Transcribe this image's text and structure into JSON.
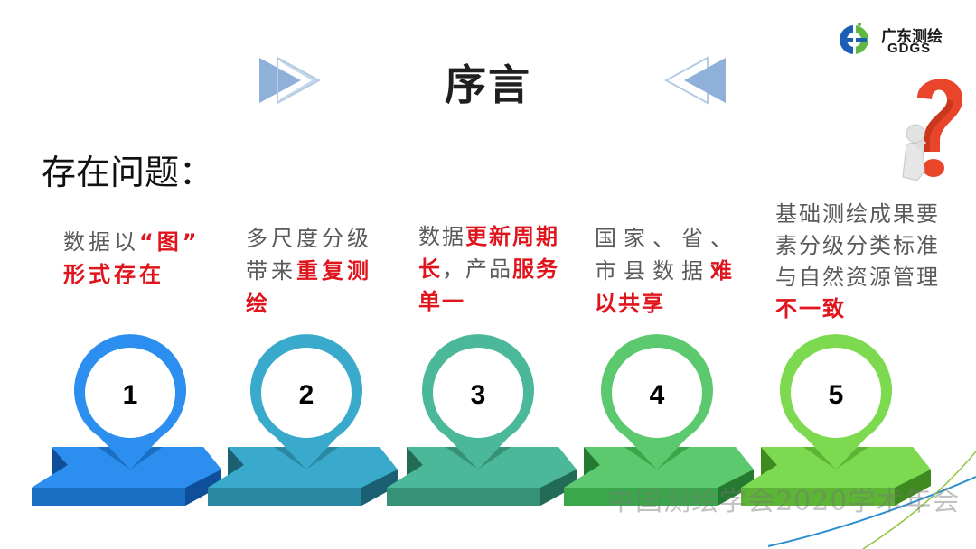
{
  "header": {
    "title": "序言",
    "logo": {
      "name": "广东测绘",
      "abbr": "GDGS"
    }
  },
  "section": {
    "heading": "存在问题："
  },
  "steps": [
    {
      "number": "1",
      "color": "#2c8ff0",
      "dark": "#1a6fc4",
      "side": "#0f4f99",
      "text": [
        {
          "t": "数据以",
          "hl": false
        },
        {
          "t": "“图”",
          "hl": true
        },
        {
          "t": "形式存在",
          "hl": true
        }
      ]
    },
    {
      "number": "2",
      "color": "#3aaacc",
      "dark": "#2a88a3",
      "side": "#1a5f72",
      "text": [
        {
          "t": "多尺度分级带来",
          "hl": false
        },
        {
          "t": "重复测绘",
          "hl": true
        }
      ]
    },
    {
      "number": "3",
      "color": "#4bb89a",
      "dark": "#369177",
      "side": "#236b55",
      "text": [
        {
          "t": "数据",
          "hl": false
        },
        {
          "t": "更新周期长",
          "hl": true
        },
        {
          "t": "，产品",
          "hl": false
        },
        {
          "t": "服务单一",
          "hl": true
        }
      ]
    },
    {
      "number": "4",
      "color": "#5cc96e",
      "dark": "#3aa84a",
      "side": "#237a30",
      "text": [
        {
          "t": "国家、省、市县数据",
          "hl": false
        },
        {
          "t": "难以共享",
          "hl": true
        }
      ]
    },
    {
      "number": "5",
      "color": "#7dd94f",
      "dark": "#5cb534",
      "side": "#3f8a1f",
      "text": [
        {
          "t": "基础测绘成果要素分级分类标准与自然资源管理",
          "hl": false
        },
        {
          "t": "不一致",
          "hl": true
        }
      ]
    }
  ],
  "step_lines": {
    "s1": [
      "数据以",
      "“图”"
    ],
    "s1b": "形式存在",
    "s2a": "多尺度分级",
    "s2b": "带来",
    "s2b_hl": "重复测",
    "s2c": "绘",
    "s3a": "数据",
    "s3a_hl": "更新周期",
    "s3b_hl1": "长",
    "s3b": "，产品",
    "s3b_hl2": "服务",
    "s3c_hl": "单一",
    "s4a": "国家、省、",
    "s4b": "市县数据",
    "s4b_hl": "难",
    "s4c_hl": "以共享",
    "s5a": "基础测绘成果要",
    "s5b": "素分级分类标准",
    "s5c": "与自然资源管理",
    "s5d_hl": "不一致"
  },
  "footer": {
    "watermark": "中国测绘学会2020学术年会"
  },
  "colors": {
    "highlight": "#e0141c",
    "body_text": "#5a5a5a",
    "title_arrows": "#8fb0d8"
  }
}
